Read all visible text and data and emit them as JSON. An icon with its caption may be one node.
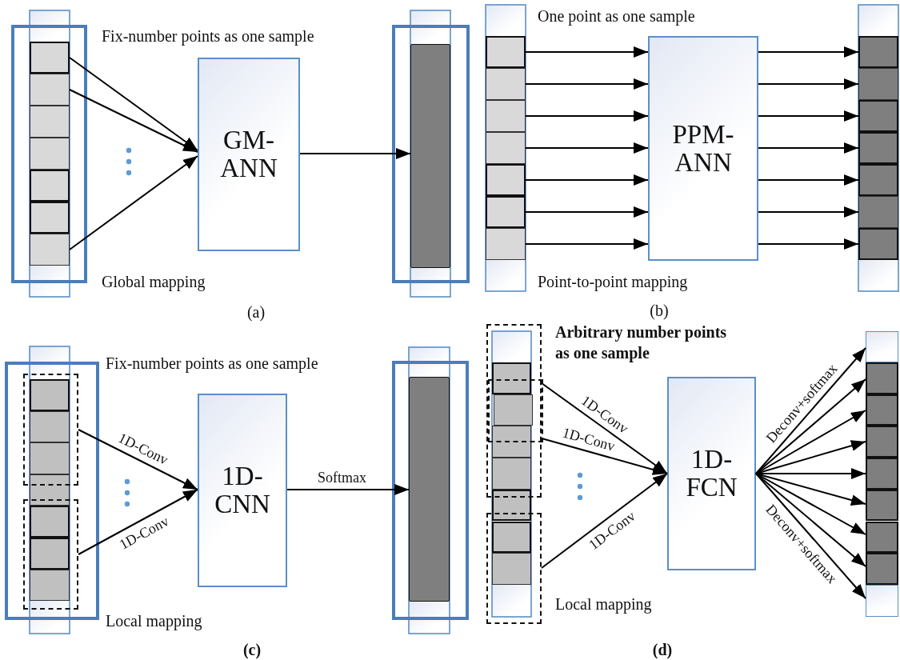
{
  "diagram": {
    "nodes": [
      {
        "text": [],
        "shape": "box"
      },
      {
        "text": [],
        "shape": "box"
      },
      {
        "text": [],
        "shape": "box"
      },
      {
        "text": [],
        "shape": "box"
      },
      {
        "text": [],
        "shape": "box"
      },
      {
        "text": [],
        "shape": "box"
      },
      {
        "text": [],
        "shape": "box"
      },
      {
        "text": [
          "GM-ANN"
        ]
      },
      {
        "text": [],
        "shape": "bar"
      },
      {
        "text": [],
        "shape": "box"
      },
      {
        "text": [],
        "shape": "box"
      },
      {
        "text": [],
        "shape": "box"
      },
      {
        "text": [],
        "shape": "box"
      },
      {
        "text": [],
        "shape": "box"
      },
      {
        "text": [],
        "shape": "box"
      },
      {
        "text": [],
        "shape": "box"
      },
      {
        "text": [
          "PPM-ANN"
        ]
      },
      {
        "text": [],
        "shape": "box"
      },
      {
        "text": [],
        "shape": "box"
      },
      {
        "text": [],
        "shape": "box"
      },
      {
        "text": [],
        "shape": "box"
      },
      {
        "text": [],
        "shape": "box"
      },
      {
        "text": [],
        "shape": "box"
      },
      {
        "text": [],
        "shape": "box"
      },
      {
        "text": [],
        "shape": "box"
      },
      {
        "text": [],
        "shape": "box"
      },
      {
        "text": [],
        "shape": "box",
        "in": 24
      },
      {
        "text": [],
        "shape": "box",
        "in": 24
      },
      {
        "text": [],
        "shape": "box",
        "in": 24
      },
      {
        "text": [],
        "shape": "box"
      },
      {
        "text": [],
        "shape": "box",
        "in": 25
      },
      {
        "text": [],
        "shape": "box",
        "in": 25
      },
      {
        "text": [],
        "shape": "box",
        "in": 25
      },
      {
        "text": [
          "1D-CNN"
        ]
      },
      {
        "text": [],
        "shape": "bar"
      },
      {
        "text": [],
        "shape": "box"
      },
      {
        "text": [],
        "shape": "box",
        "in": 35
      },
      {
        "text": [],
        "shape": "box"
      },
      {
        "text": [],
        "shape": "box",
        "in": 35
      },
      {
        "text": [],
        "shape": "box",
        "in": 36
      },
      {
        "text": [],
        "shape": "box",
        "in": 35
      },
      {
        "text": [],
        "shape": "box",
        "in": 35
      },
      {
        "text": [],
        "shape": "box"
      },
      {
        "text": [],
        "shape": "box",
        "in": 37
      },
      {
        "text": [],
        "shape": "box",
        "in": 37
      },
      {
        "text": [
          "1D-FCN"
        ]
      },
      {
        "text": [],
        "shape": "box"
      },
      {
        "text": [],
        "shape": "box"
      },
      {
        "text": [],
        "shape": "box"
      },
      {
        "text": [],
        "shape": "box"
      },
      {
        "text": [],
        "shape": "box"
      },
      {
        "text": [],
        "shape": "box"
      },
      {
        "text": [],
        "shape": "box"
      },
      {
        "text": [],
        "shape": "box"
      },
      {
        "text": [],
        "shape": "box"
      }
    ],
    "edges": [
      {
        "from": 0,
        "to": 7,
        "arrow": "to"
      },
      {
        "from": 1,
        "to": 7,
        "arrow": "to"
      },
      {
        "from": 6,
        "to": 7,
        "arrow": "to"
      },
      {
        "from": 7,
        "to": 8,
        "arrow": "to"
      },
      {
        "from": 9,
        "to": 16,
        "arrow": "to"
      },
      {
        "from": 10,
        "to": 16,
        "arrow": "to"
      },
      {
        "from": 11,
        "to": 16,
        "arrow": "to"
      },
      {
        "from": 12,
        "to": 16,
        "arrow": "to"
      },
      {
        "from": 13,
        "to": 16,
        "arrow": "to"
      },
      {
        "from": 14,
        "to": 16,
        "arrow": "to"
      },
      {
        "from": 15,
        "to": 16,
        "arrow": "to"
      },
      {
        "from": 16,
        "to": 17,
        "arrow": "to"
      },
      {
        "from": 16,
        "to": 18,
        "arrow": "to"
      },
      {
        "from": 16,
        "to": 19,
        "arrow": "to"
      },
      {
        "from": 16,
        "to": 20,
        "arrow": "to"
      },
      {
        "from": 16,
        "to": 21,
        "arrow": "to"
      },
      {
        "from": 16,
        "to": 22,
        "arrow": "to"
      },
      {
        "from": 16,
        "to": 23,
        "arrow": "to"
      },
      {
        "from": 24,
        "to": 33,
        "arrow": "to",
        "label": "1D-Conv"
      },
      {
        "from": 25,
        "to": 33,
        "arrow": "to",
        "label": "1D-Conv"
      },
      {
        "from": 33,
        "to": 34,
        "arrow": "to",
        "label": "Softmax"
      },
      {
        "from": 35,
        "to": 45,
        "arrow": "to",
        "label": "1D-Conv"
      },
      {
        "from": 36,
        "to": 45,
        "arrow": "to",
        "label": "1D-Conv"
      },
      {
        "from": 37,
        "to": 45,
        "arrow": "to",
        "label": "1D-Conv"
      },
      {
        "from": 45,
        "to": 46,
        "arrow": "to",
        "label": "Deconv+softmax"
      },
      {
        "from": 45,
        "to": 47,
        "arrow": "to"
      },
      {
        "from": 45,
        "to": 48,
        "arrow": "to"
      },
      {
        "from": 45,
        "to": 49,
        "arrow": "to"
      },
      {
        "from": 45,
        "to": 50,
        "arrow": "to"
      },
      {
        "from": 45,
        "to": 51,
        "arrow": "to"
      },
      {
        "from": 45,
        "to": 52,
        "arrow": "to"
      },
      {
        "from": 45,
        "to": 53,
        "arrow": "to"
      },
      {
        "from": 45,
        "to": 54,
        "arrow": "to",
        "label": "Deconv+softmax"
      }
    ],
    "labels": [
      "Fix-number points as one sample",
      "Global mapping",
      "(a)",
      "One point as one sample",
      "Point-to-point mapping",
      "(b)",
      "Fix-number points as one sample",
      "Local mapping",
      "(c)",
      "Arbitrary number points as one sample",
      "Local mapping",
      "(d)"
    ]
  }
}
